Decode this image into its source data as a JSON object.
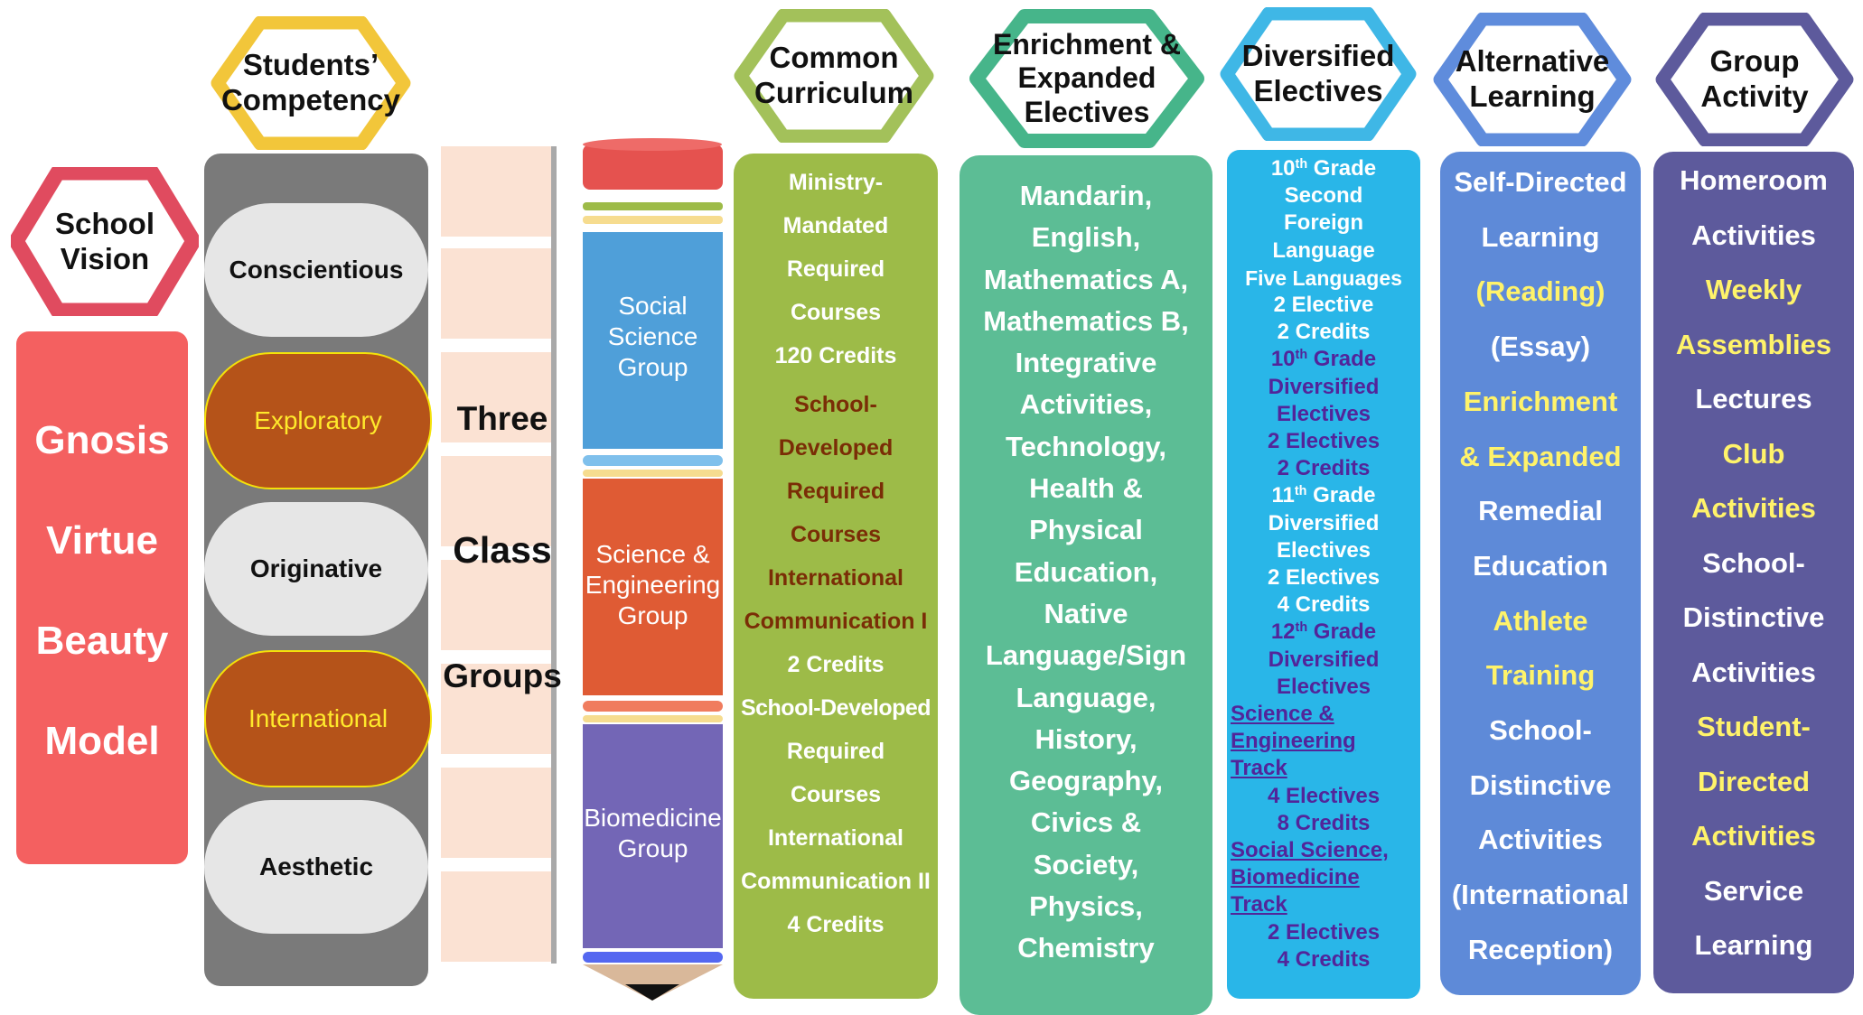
{
  "school_vision": {
    "title_lines": [
      "School",
      "Vision"
    ],
    "values": [
      "Gnosis",
      "Virtue",
      "Beauty",
      "Model"
    ]
  },
  "competency": {
    "title_lines": [
      "Students’",
      "Competency"
    ],
    "items": [
      "Conscientious",
      "Exploratory",
      "Originative",
      "International",
      "Aesthetic"
    ]
  },
  "groups_label": [
    "Three",
    "Class",
    "Groups"
  ],
  "pencil": {
    "segments": [
      {
        "lines": [
          "Social",
          "Science",
          "Group"
        ]
      },
      {
        "lines": [
          "Science &",
          "Engineering",
          "Group"
        ]
      },
      {
        "lines": [
          "Biomedicine",
          "Group"
        ]
      }
    ]
  },
  "common_curriculum": {
    "title_lines": [
      "Common",
      "Curriculum"
    ],
    "blocks": [
      {
        "style": "white",
        "lines": [
          "Ministry-",
          "Mandated",
          "Required",
          "Courses",
          "120 Credits"
        ]
      },
      {
        "style": "brown",
        "lines": [
          "School-",
          "Developed",
          "Required",
          "Courses",
          "International",
          "Communication I"
        ]
      },
      {
        "style": "white",
        "lines": [
          "2 Credits",
          "School-Developed",
          "Required",
          "Courses",
          "International",
          "Communication II",
          "4 Credits"
        ]
      }
    ]
  },
  "enrichment": {
    "title_lines": [
      "Enrichment &",
      "Expanded",
      "Electives"
    ],
    "lines": [
      "Mandarin,",
      "English,",
      "Mathematics A,",
      "Mathematics B,",
      "Integrative",
      "Activities,",
      "Technology,",
      "Health &",
      "Physical",
      "Education,",
      "Native",
      "Language/Sign",
      "Language,",
      "History,",
      "Geography,",
      "Civics &",
      "Society,",
      "Physics,",
      "Chemistry"
    ]
  },
  "diversified": {
    "title_lines": [
      "Diversified",
      "Electives"
    ],
    "sections": [
      {
        "grade": "10",
        "sup": "th",
        "after": " Grade",
        "lines": [
          "Second",
          "Foreign",
          "Language",
          "Five Languages",
          "2 Elective",
          "2 Credits"
        ],
        "color": "white"
      },
      {
        "grade": "10",
        "sup": "th",
        "after": " Grade",
        "lines": [
          "Diversified",
          "Electives",
          "2 Electives",
          "2 Credits"
        ],
        "color": "purple"
      },
      {
        "grade": "11",
        "sup": "th",
        "after": " Grade",
        "lines": [
          "Diversified",
          "Electives",
          "2 Electives",
          "4 Credits"
        ],
        "color": "white"
      },
      {
        "grade": "12",
        "sup": "th",
        "after": " Grade",
        "lines": [
          "Diversified",
          "Electives"
        ],
        "color": "purple"
      }
    ],
    "track1_lines": [
      "Science &",
      "Engineering",
      "Track"
    ],
    "track1_credits": [
      "4 Electives",
      "8 Credits"
    ],
    "track2_lines": [
      "Social Science,",
      "Biomedicine",
      "Track"
    ],
    "track2_credits": [
      "2 Electives",
      "4 Credits"
    ]
  },
  "alternative": {
    "title_lines": [
      "Alternative",
      "Learning"
    ],
    "lines": [
      {
        "t": "Self-Directed",
        "c": "w"
      },
      {
        "t": "Learning",
        "c": "w"
      },
      {
        "t": "(Reading)",
        "c": "y"
      },
      {
        "t": "(Essay)",
        "c": "w"
      },
      {
        "t": "Enrichment",
        "c": "y"
      },
      {
        "t": "& Expanded",
        "c": "y"
      },
      {
        "t": "Remedial",
        "c": "w"
      },
      {
        "t": "Education",
        "c": "w"
      },
      {
        "t": "Athlete",
        "c": "y"
      },
      {
        "t": "Training",
        "c": "y"
      },
      {
        "t": "School-",
        "c": "w"
      },
      {
        "t": "Distinctive",
        "c": "w"
      },
      {
        "t": "Activities",
        "c": "w"
      },
      {
        "t": "(International",
        "c": "w"
      },
      {
        "t": "Reception)",
        "c": "w"
      }
    ]
  },
  "group_activity": {
    "title_lines": [
      "Group",
      "Activity"
    ],
    "lines": [
      {
        "t": "Homeroom",
        "c": "w"
      },
      {
        "t": "Activities",
        "c": "w"
      },
      {
        "t": "Weekly",
        "c": "y"
      },
      {
        "t": "Assemblies",
        "c": "y"
      },
      {
        "t": "Lectures",
        "c": "w"
      },
      {
        "t": "Club",
        "c": "y"
      },
      {
        "t": "Activities",
        "c": "y"
      },
      {
        "t": "School-",
        "c": "w"
      },
      {
        "t": "Distinctive",
        "c": "w"
      },
      {
        "t": "Activities",
        "c": "w"
      },
      {
        "t": "Student-",
        "c": "y"
      },
      {
        "t": "Directed",
        "c": "y"
      },
      {
        "t": "Activities",
        "c": "y"
      },
      {
        "t": "Service",
        "c": "w"
      },
      {
        "t": "Learning",
        "c": "w"
      }
    ]
  },
  "colors": {
    "vision": "#f46060",
    "vision_hex": "#e04b5f",
    "competency_hex": "#f2c63a",
    "competency_col": "#7a7a7a",
    "common": "#9dbb48",
    "enrichment": "#5cbd95",
    "diversified": "#29b6e8",
    "alternative": "#5e8ad8",
    "group": "#5d5a9c"
  }
}
